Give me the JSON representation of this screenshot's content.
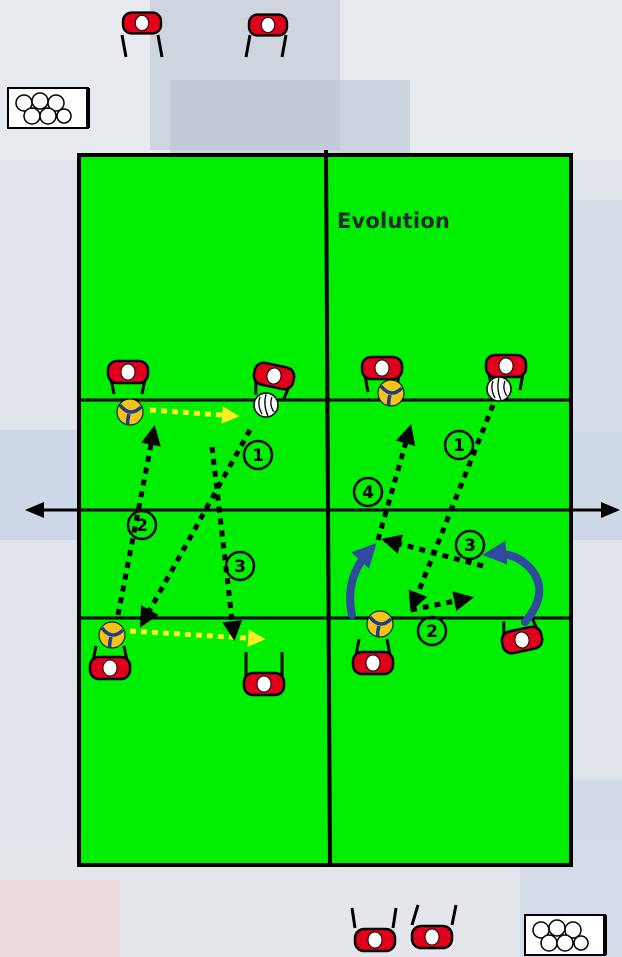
{
  "diagram": {
    "title": "Evolution",
    "colors": {
      "court": "#00ee00",
      "lines": "#000000",
      "pass_arrow": "#ffee22",
      "move_arrow": "#000000",
      "rotation_arrow": "#2f4a9e",
      "cone_red": "#e0001b",
      "ball_yellow": "#f5c21b",
      "ball_blue": "#1e3c8c"
    },
    "left_drill": {
      "steps": [
        {
          "id": "1",
          "label": "1"
        },
        {
          "id": "2",
          "label": "2"
        },
        {
          "id": "3",
          "label": "3"
        }
      ]
    },
    "right_drill": {
      "steps": [
        {
          "id": "1",
          "label": "1"
        },
        {
          "id": "2",
          "label": "2"
        },
        {
          "id": "3",
          "label": "3"
        },
        {
          "id": "4",
          "label": "4"
        }
      ]
    },
    "icons": [
      "player-cone-icon",
      "volleyball-icon",
      "white-ball-icon",
      "ball-cart-icon",
      "net-icon"
    ]
  }
}
